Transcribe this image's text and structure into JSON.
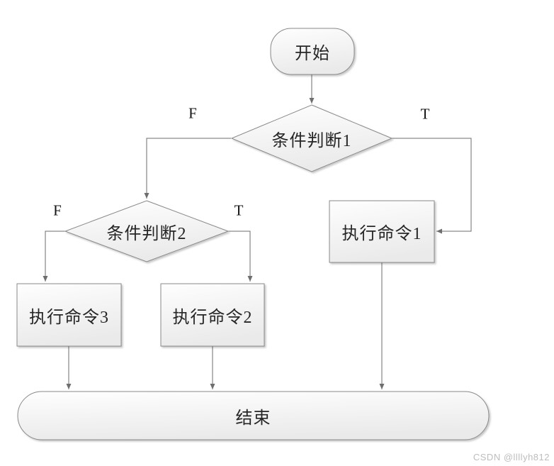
{
  "diagram": {
    "type": "flowchart",
    "nodes": {
      "start": {
        "label": "开始",
        "shape": "terminator"
      },
      "decision1": {
        "label": "条件判断1",
        "shape": "decision"
      },
      "decision2": {
        "label": "条件判断2",
        "shape": "decision"
      },
      "command1": {
        "label": "执行命令1",
        "shape": "process"
      },
      "command2": {
        "label": "执行命令2",
        "shape": "process"
      },
      "command3": {
        "label": "执行命令3",
        "shape": "process"
      },
      "end": {
        "label": "结束",
        "shape": "terminator"
      }
    },
    "branch_labels": {
      "decision1_false": "F",
      "decision1_true": "T",
      "decision2_false": "F",
      "decision2_true": "T"
    },
    "edges": [
      {
        "from": "start",
        "to": "decision1",
        "label": ""
      },
      {
        "from": "decision1",
        "to": "decision2",
        "label": "F"
      },
      {
        "from": "decision1",
        "to": "command1",
        "label": "T"
      },
      {
        "from": "decision2",
        "to": "command3",
        "label": "F"
      },
      {
        "from": "decision2",
        "to": "command2",
        "label": "T"
      },
      {
        "from": "command3",
        "to": "end",
        "label": ""
      },
      {
        "from": "command2",
        "to": "end",
        "label": ""
      },
      {
        "from": "command1",
        "to": "end",
        "label": ""
      }
    ],
    "colors": {
      "shape_border": "#898989",
      "connector": "#6e6e6e",
      "fill_top": "#fefefe",
      "fill_bottom": "#eaeaea",
      "text": "#262626",
      "watermark": "#bdbdbd"
    }
  },
  "watermark": {
    "text": "CSDN @llllyh812"
  }
}
